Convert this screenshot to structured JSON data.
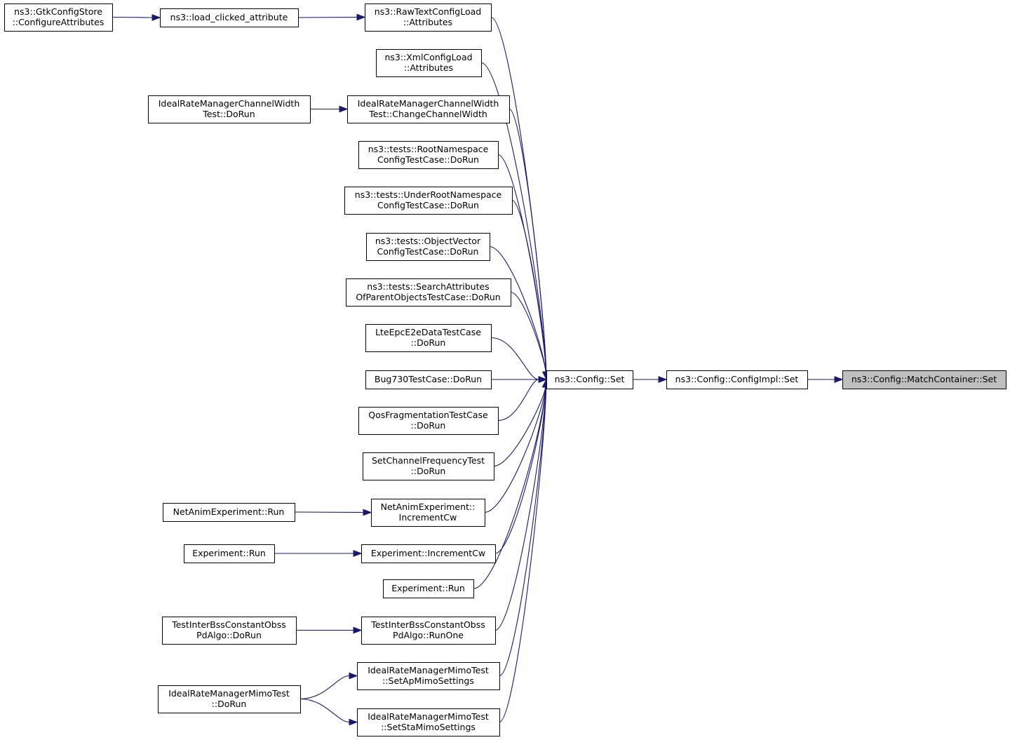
{
  "graph": {
    "colors": {
      "edge": "#191970",
      "node_border": "#000000",
      "highlight_fill": "#bfbfbf",
      "background": "#ffffff"
    },
    "nodes": [
      {
        "id": "gtk_configure",
        "lines": [
          "ns3::GtkConfigStore",
          "::ConfigureAttributes"
        ]
      },
      {
        "id": "load_clicked",
        "lines": [
          "ns3::load_clicked_attribute"
        ]
      },
      {
        "id": "rawtext_attrs",
        "lines": [
          "ns3::RawTextConfigLoad",
          "::Attributes"
        ]
      },
      {
        "id": "xml_attrs",
        "lines": [
          "ns3::XmlConfigLoad",
          "::Attributes"
        ]
      },
      {
        "id": "irm_cw_dorun",
        "lines": [
          "IdealRateManagerChannelWidth",
          "Test::DoRun"
        ]
      },
      {
        "id": "irm_cw_change",
        "lines": [
          "IdealRateManagerChannelWidth",
          "Test::ChangeChannelWidth"
        ]
      },
      {
        "id": "root_ns",
        "lines": [
          "ns3::tests::RootNamespace",
          "ConfigTestCase::DoRun"
        ]
      },
      {
        "id": "under_root_ns",
        "lines": [
          "ns3::tests::UnderRootNamespace",
          "ConfigTestCase::DoRun"
        ]
      },
      {
        "id": "object_vector",
        "lines": [
          "ns3::tests::ObjectVector",
          "ConfigTestCase::DoRun"
        ]
      },
      {
        "id": "search_attrs",
        "lines": [
          "ns3::tests::SearchAttributes",
          "OfParentObjectsTestCase::DoRun"
        ]
      },
      {
        "id": "lte_epc",
        "lines": [
          "LteEpcE2eDataTestCase",
          "::DoRun"
        ]
      },
      {
        "id": "bug730",
        "lines": [
          "Bug730TestCase::DoRun"
        ]
      },
      {
        "id": "qos_frag",
        "lines": [
          "QosFragmentationTestCase",
          "::DoRun"
        ]
      },
      {
        "id": "set_channel_freq",
        "lines": [
          "SetChannelFrequencyTest",
          "::DoRun"
        ]
      },
      {
        "id": "netanim_run",
        "lines": [
          "NetAnimExperiment::Run"
        ]
      },
      {
        "id": "netanim_inc",
        "lines": [
          "NetAnimExperiment::",
          "IncrementCw"
        ]
      },
      {
        "id": "exp_run_a",
        "lines": [
          "Experiment::Run"
        ]
      },
      {
        "id": "exp_inc",
        "lines": [
          "Experiment::IncrementCw"
        ]
      },
      {
        "id": "exp_run_b",
        "lines": [
          "Experiment::Run"
        ]
      },
      {
        "id": "tibss_dorun",
        "lines": [
          "TestInterBssConstantObss",
          "PdAlgo::DoRun"
        ]
      },
      {
        "id": "tibss_runone",
        "lines": [
          "TestInterBssConstantObss",
          "PdAlgo::RunOne"
        ]
      },
      {
        "id": "irm_mimo_ap",
        "lines": [
          "IdealRateManagerMimoTest",
          "::SetApMimoSettings"
        ]
      },
      {
        "id": "irm_mimo_dorun",
        "lines": [
          "IdealRateManagerMimoTest",
          "::DoRun"
        ]
      },
      {
        "id": "irm_mimo_sta",
        "lines": [
          "IdealRateManagerMimoTest",
          "::SetStaMimoSettings"
        ]
      },
      {
        "id": "config_set",
        "lines": [
          "ns3::Config::Set"
        ]
      },
      {
        "id": "configimpl_set",
        "lines": [
          "ns3::Config::ConfigImpl::Set"
        ]
      },
      {
        "id": "matchcontainer_set",
        "lines": [
          "ns3::Config::MatchContainer::Set"
        ],
        "highlight": true
      }
    ],
    "edges": [
      {
        "from": "gtk_configure",
        "to": "load_clicked"
      },
      {
        "from": "load_clicked",
        "to": "rawtext_attrs"
      },
      {
        "from": "irm_cw_dorun",
        "to": "irm_cw_change"
      },
      {
        "from": "rawtext_attrs",
        "to": "config_set"
      },
      {
        "from": "xml_attrs",
        "to": "config_set"
      },
      {
        "from": "irm_cw_change",
        "to": "config_set"
      },
      {
        "from": "root_ns",
        "to": "config_set"
      },
      {
        "from": "under_root_ns",
        "to": "config_set"
      },
      {
        "from": "object_vector",
        "to": "config_set"
      },
      {
        "from": "search_attrs",
        "to": "config_set"
      },
      {
        "from": "lte_epc",
        "to": "config_set"
      },
      {
        "from": "bug730",
        "to": "config_set"
      },
      {
        "from": "qos_frag",
        "to": "config_set"
      },
      {
        "from": "set_channel_freq",
        "to": "config_set"
      },
      {
        "from": "netanim_run",
        "to": "netanim_inc"
      },
      {
        "from": "netanim_inc",
        "to": "config_set"
      },
      {
        "from": "exp_run_a",
        "to": "exp_inc"
      },
      {
        "from": "exp_inc",
        "to": "config_set"
      },
      {
        "from": "exp_run_b",
        "to": "config_set"
      },
      {
        "from": "tibss_dorun",
        "to": "tibss_runone"
      },
      {
        "from": "tibss_runone",
        "to": "config_set"
      },
      {
        "from": "irm_mimo_dorun",
        "to": "irm_mimo_ap"
      },
      {
        "from": "irm_mimo_dorun",
        "to": "irm_mimo_sta"
      },
      {
        "from": "irm_mimo_ap",
        "to": "config_set"
      },
      {
        "from": "irm_mimo_sta",
        "to": "config_set"
      },
      {
        "from": "config_set",
        "to": "configimpl_set"
      },
      {
        "from": "configimpl_set",
        "to": "matchcontainer_set"
      }
    ]
  }
}
